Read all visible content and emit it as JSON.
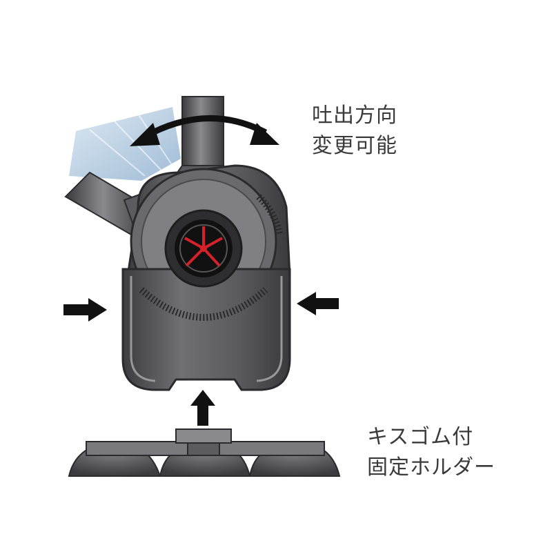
{
  "labels": {
    "outlet": {
      "line1": "吐出方向",
      "line2": "変更可能"
    },
    "holder": {
      "line1": "キスゴム付",
      "line2": "固定ホルダー"
    }
  },
  "colors": {
    "body_dark": "#4a4a4c",
    "body_mid": "#6e6e72",
    "body_light": "#9a9a9e",
    "arrow": "#111111",
    "impeller_red": "#d6202a",
    "water_blue": "#aac3db"
  },
  "icons": {
    "rotate": "curved-double-arrow-icon",
    "press": "arrow-icon"
  }
}
